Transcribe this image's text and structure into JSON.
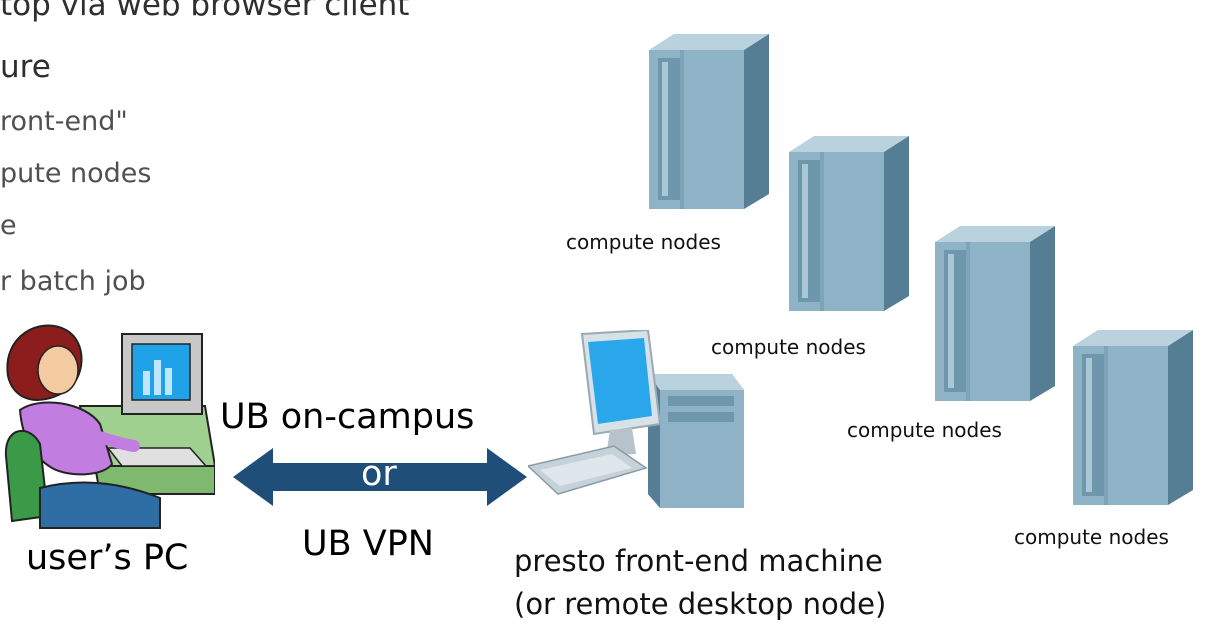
{
  "slide": {
    "bullets": [
      "top via web browser client",
      "ure",
      "ront-end\"",
      "pute nodes",
      "e",
      "r batch job"
    ]
  },
  "diagram": {
    "compute_labels": [
      "compute nodes",
      "compute nodes",
      "compute nodes",
      "compute nodes"
    ],
    "user_pc_label": "user’s PC",
    "link_top_label": "UB on-campus",
    "link_mid_label": "or",
    "link_bottom_label": "UB VPN",
    "frontend_label_line1": "presto front-end machine",
    "frontend_label_line2": "(or remote desktop node)"
  },
  "colors": {
    "arrow": "#1f4e79",
    "server_face": "#8fb3c6",
    "server_side": "#557d93",
    "server_top": "#b9d2de"
  }
}
